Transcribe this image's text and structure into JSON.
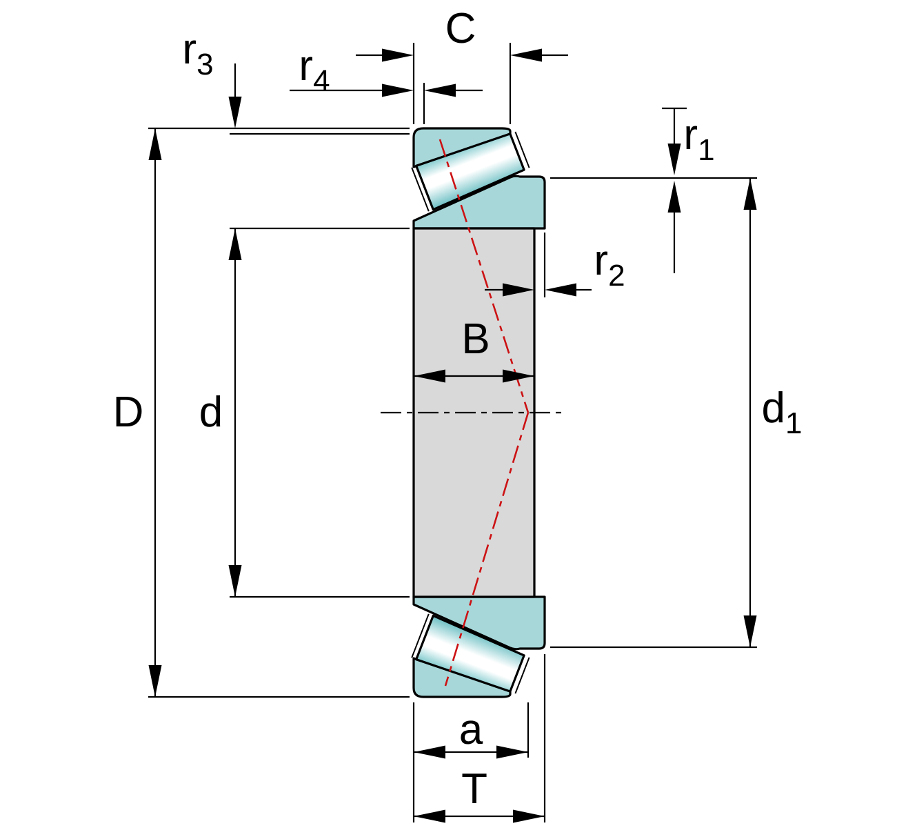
{
  "diagram": {
    "labels": {
      "D": "D",
      "d": "d",
      "B": "B",
      "C": "C",
      "a": "a",
      "T": "T",
      "d1": {
        "base": "d",
        "sub": "1"
      },
      "r1": {
        "base": "r",
        "sub": "1"
      },
      "r2": {
        "base": "r",
        "sub": "2"
      },
      "r3": {
        "base": "r",
        "sub": "3"
      },
      "r4": {
        "base": "r",
        "sub": "4"
      }
    },
    "colors": {
      "ring_teal": "#a7d7d9",
      "roller_highlight": "#ffffff",
      "roller_teal": "#7cc7cb",
      "section_gray": "#d9d9d9",
      "outline": "#000000",
      "pressure_line_red": "#cc1214",
      "background": "#ffffff"
    }
  }
}
